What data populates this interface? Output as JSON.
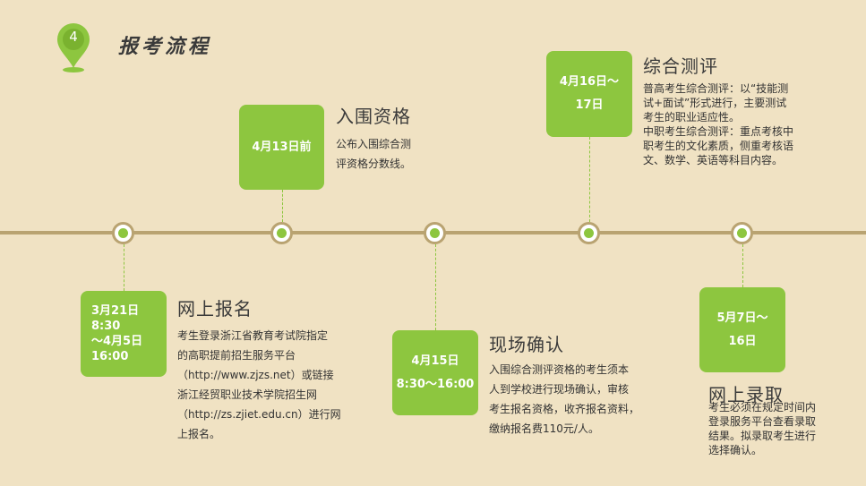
{
  "header": {
    "step_number": "4",
    "title": "报考流程"
  },
  "colors": {
    "background": "#F0E2C3",
    "accent_green": "#8DC63F",
    "timeline": "#B9A371",
    "text_dark": "#3A3A3A"
  },
  "steps": [
    {
      "date": "3月21日\n8:30\n～4月5日\n16:00",
      "title": "网上报名",
      "description": "考生登录浙江省教育考试院指定\n的高职提前招生服务平台\n（http://www.zjzs.net）或链接\n浙江经贸职业技术学院招生网\n（http://zs.zjiet.edu.cn）进行网\n上报名。"
    },
    {
      "date": "4月13日前",
      "title": "入围资格",
      "description": "公布入围综合测\n评资格分数线。"
    },
    {
      "date": "4月15日\n8:30～16:00",
      "title": "现场确认",
      "description": "入围综合测评资格的考生须本\n人到学校进行现场确认，审核\n考生报名资格，收齐报名资料，\n缴纳报名费110元/人。"
    },
    {
      "date": "4月16日～\n17日",
      "title": "综合测评",
      "description": "普高考生综合测评：以“技能测\n试+面试”形式进行，主要测试\n考生的职业适应性。\n中职考生综合测评：重点考核中\n职考生的文化素质，侧重考核语\n文、数学、英语等科目内容。"
    },
    {
      "date": "5月7日～\n16日",
      "title": "网上录取",
      "description": "考生必须在规定时间内\n登录服务平台查看录取\n结果。拟录取考生进行\n选择确认。"
    }
  ]
}
